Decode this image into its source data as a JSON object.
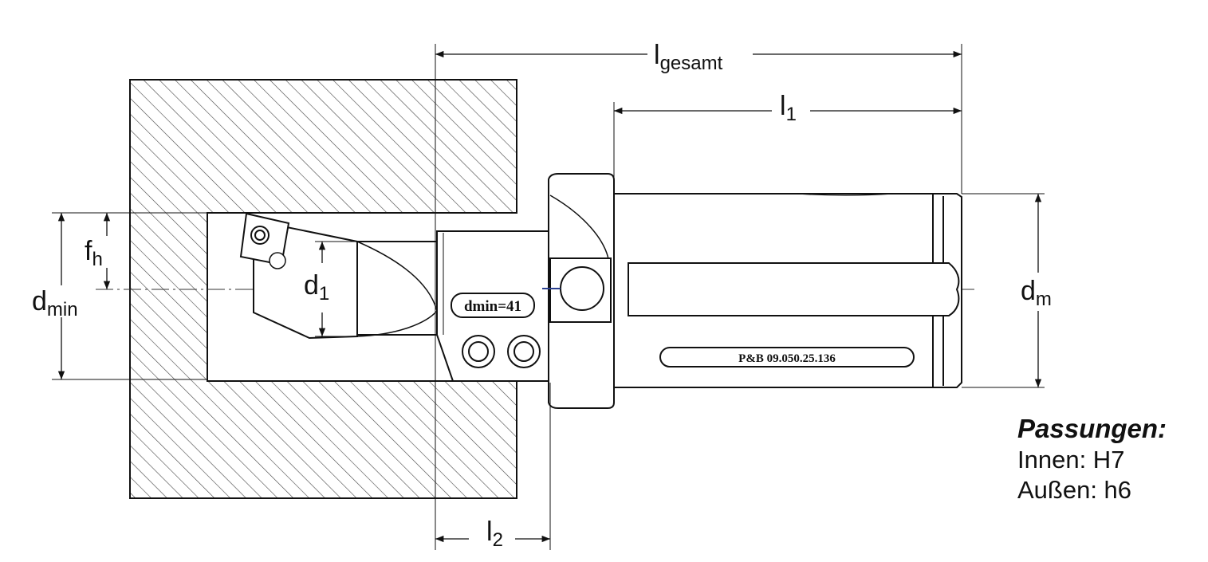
{
  "dimensions": {
    "l_gesamt": {
      "main": "l",
      "sub": "gesamt"
    },
    "l_1": {
      "main": "l",
      "sub": "1"
    },
    "l_2": {
      "main": "l",
      "sub": "2"
    },
    "d_1": {
      "main": "d",
      "sub": "1"
    },
    "d_m": {
      "main": "d",
      "sub": "m"
    },
    "d_min": {
      "main": "d",
      "sub": "min"
    },
    "f_h": {
      "main": "f",
      "sub": "h"
    }
  },
  "tool_labels": {
    "dmin_plate": "dmin=41",
    "part_number": "P&B 09.050.25.136"
  },
  "notes": {
    "title": "Passungen:",
    "inner": "Innen: H7",
    "outer": "Außen: h6"
  },
  "colors": {
    "line": "#111111",
    "background": "#ffffff"
  }
}
